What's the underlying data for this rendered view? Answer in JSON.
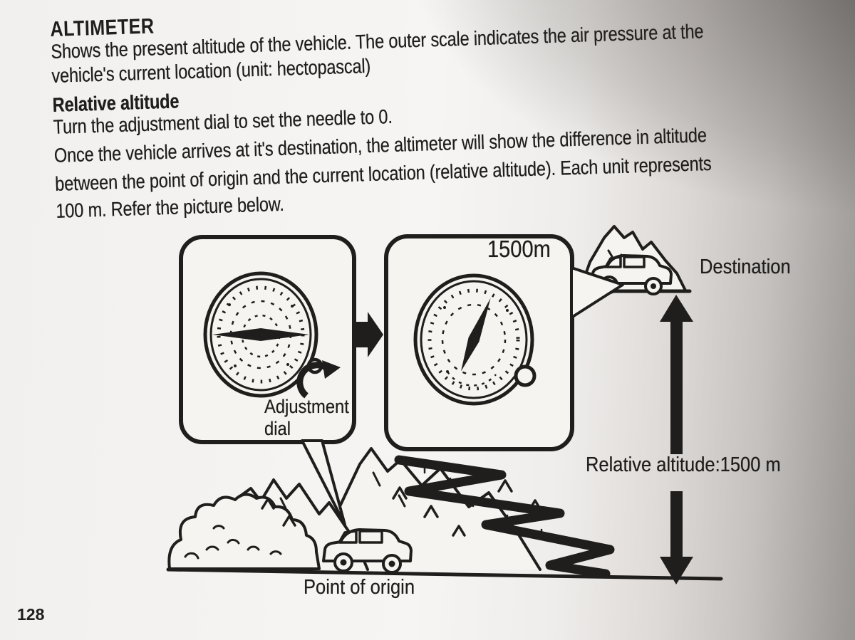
{
  "colors": {
    "ink": "#201e1c",
    "paper": "#f6f4f1"
  },
  "body": {
    "title": "ALTIMETER",
    "para1_line1": "Shows the present altitude of the vehicle. The outer scale indicates the air pressure at the",
    "para1_line2": "vehicle's current location (unit: hectopascal)",
    "subtitle": "Relative altitude",
    "para2": "Turn the adjustment dial to set the needle to 0.",
    "para3_line1": "Once the vehicle arrives at it's destination, the altimeter will show the difference in altitude",
    "para3_line2": "between the point of origin and the current location (relative altitude). Each unit represents",
    "para3_line3": "100 m. Refer the picture below.",
    "page_number": "128"
  },
  "diagram": {
    "altimeter_reading": "1500m",
    "adjustment_dial_line1": "Adjustment",
    "adjustment_dial_line2": "dial",
    "destination_label": "Destination",
    "relative_altitude_label": "Relative altitude:1500 m",
    "origin_label": "Point of origin"
  }
}
